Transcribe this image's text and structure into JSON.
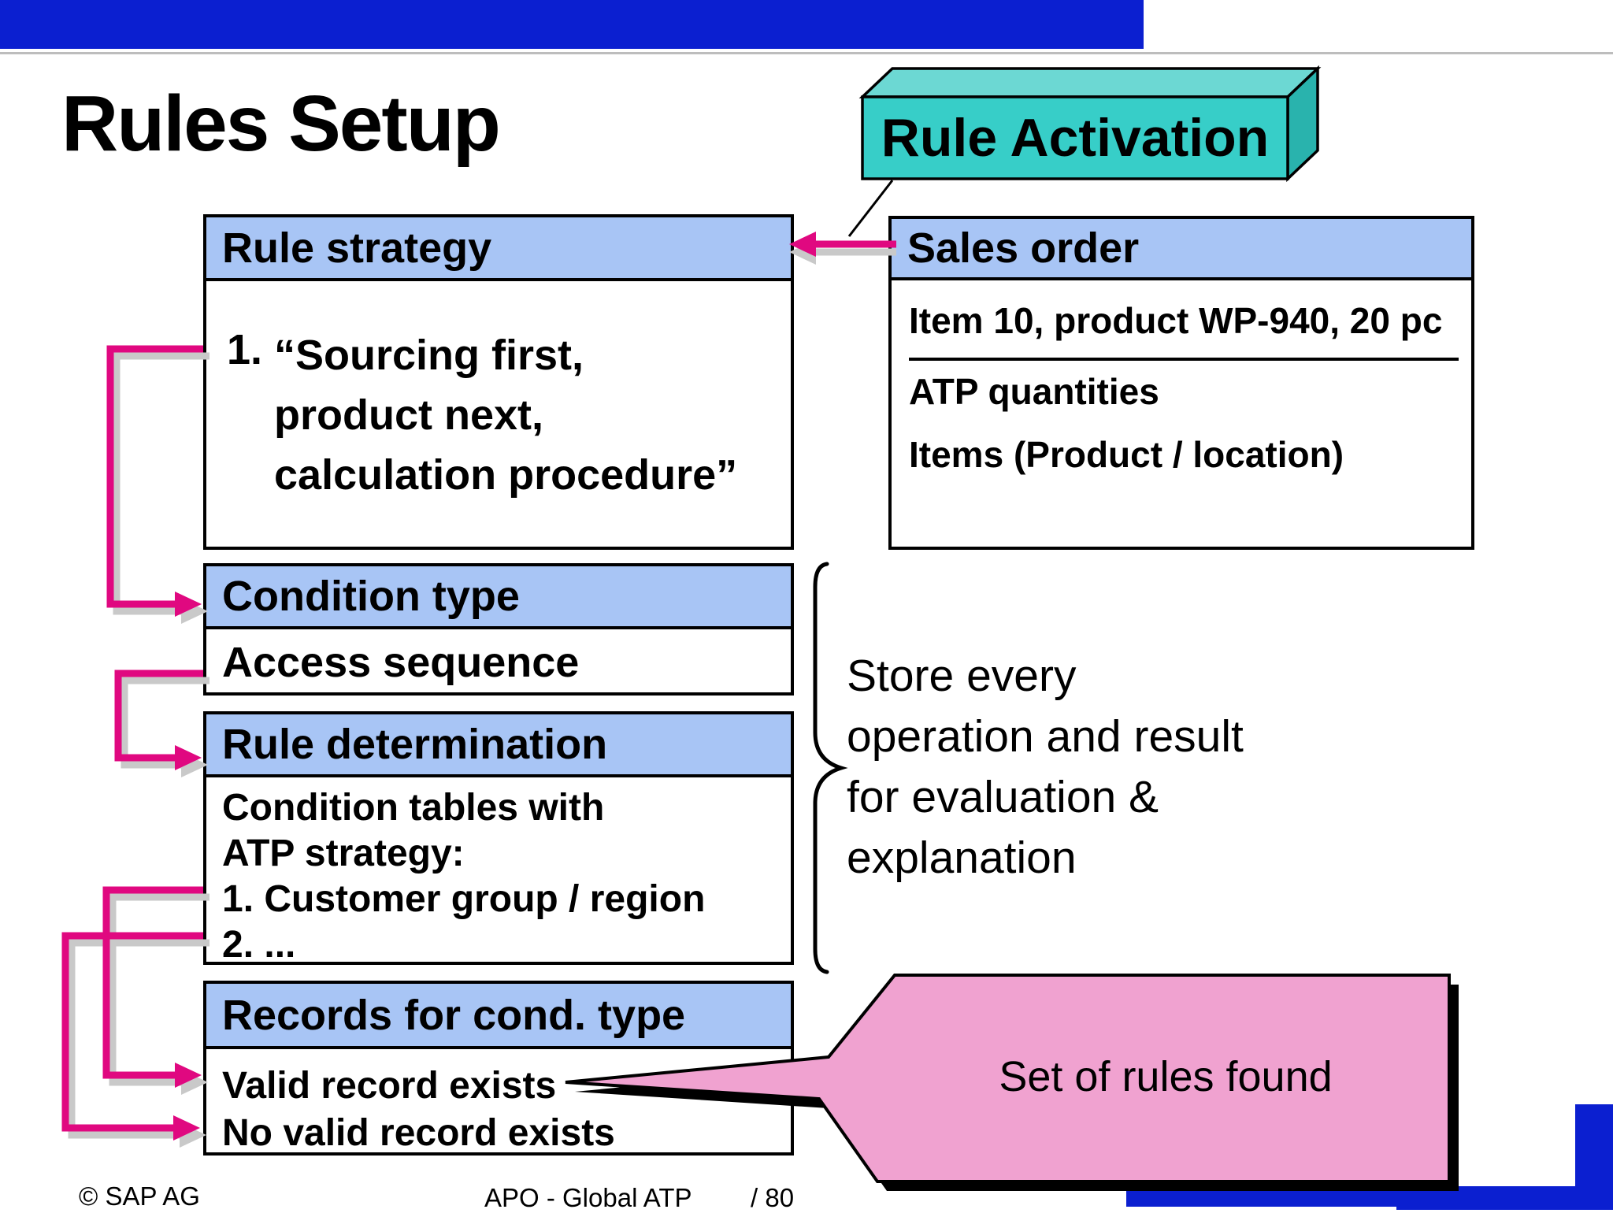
{
  "title": "Rules Setup",
  "activation": {
    "label": "Rule Activation"
  },
  "rule_strategy": {
    "header": "Rule strategy",
    "item_no": "1.",
    "lines": [
      "“Sourcing first,",
      "product next,",
      "calculation procedure”"
    ]
  },
  "sales_order": {
    "header": "Sales order",
    "row1": "Item 10, product WP-940, 20 pc",
    "row2": "ATP quantities",
    "row3": "Items (Product / location)"
  },
  "condition_type": {
    "header": "Condition type",
    "row": "Access sequence"
  },
  "rule_determination": {
    "header": "Rule determination",
    "lines": [
      "Condition tables with",
      "ATP strategy:",
      "1. Customer group / region",
      "2. ..."
    ]
  },
  "records": {
    "header": "Records for cond. type",
    "rows": [
      "Valid record exists",
      "No valid record exists"
    ]
  },
  "annotation": {
    "lines": [
      "Store every",
      "operation and result",
      "for evaluation &",
      "explanation"
    ]
  },
  "callout": {
    "label": "Set of rules found"
  },
  "footer": {
    "copyright": "© SAP AG",
    "center": "APO - Global ATP",
    "page": "/ 80"
  },
  "colors": {
    "top_bar_blue": "#0b1fd0",
    "header_fill": "#a8c5f5",
    "teal_front": "#37cec8",
    "teal_top": "#6cd8d3",
    "teal_side": "#29b3ad",
    "magenta": "#e00880",
    "shadow_gray": "#c9c9c9",
    "callout_pink": "#f0a2d0"
  }
}
